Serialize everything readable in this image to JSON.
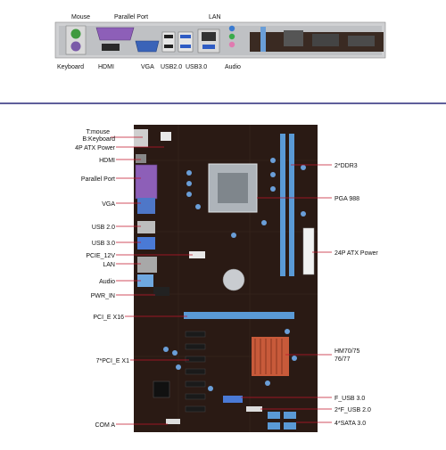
{
  "top_labels": {
    "mouse": "Mouse",
    "parallel_port": "Parallel Port",
    "lan": "LAN",
    "keyboard": "Keyboard",
    "hdmi": "HDMI",
    "vga": "VGA",
    "usb2": "USB2.0",
    "usb3": "USB3.0",
    "audio": "Audio"
  },
  "left_labels": {
    "tmouse": "T:mouse",
    "bkeyboard": "B:Keyboard",
    "atx4p": "4P ATX Power",
    "hdmi": "HDMI",
    "parallel": "Parallel Port",
    "vga": "VGA",
    "usb20": "USB 2.0",
    "usb30": "USB 3.0",
    "pcie12v": "PCIE_12V",
    "lan": "LAN",
    "audio": "Audio",
    "pwr": "PWR_IN",
    "pcie16": "PCI_E X16",
    "pcie1": "7*PCI_E X1",
    "com": "COM A"
  },
  "right_labels": {
    "ddr3": "2*DDR3",
    "pga": "PGA 988",
    "atx24": "24P ATX Power",
    "hm1": "HM70/75",
    "hm2": "76/77",
    "fusb3": "F_USB 3.0",
    "fusb2": "2*F_USB 2.0",
    "sata": "4*SATA 3.0"
  },
  "colors": {
    "pcb": "#2a1a14",
    "leader": "#c0142a",
    "divider": "#2a2a7a",
    "slot_blue": "#5a9ad6",
    "heatsink": "#c85a3a"
  }
}
